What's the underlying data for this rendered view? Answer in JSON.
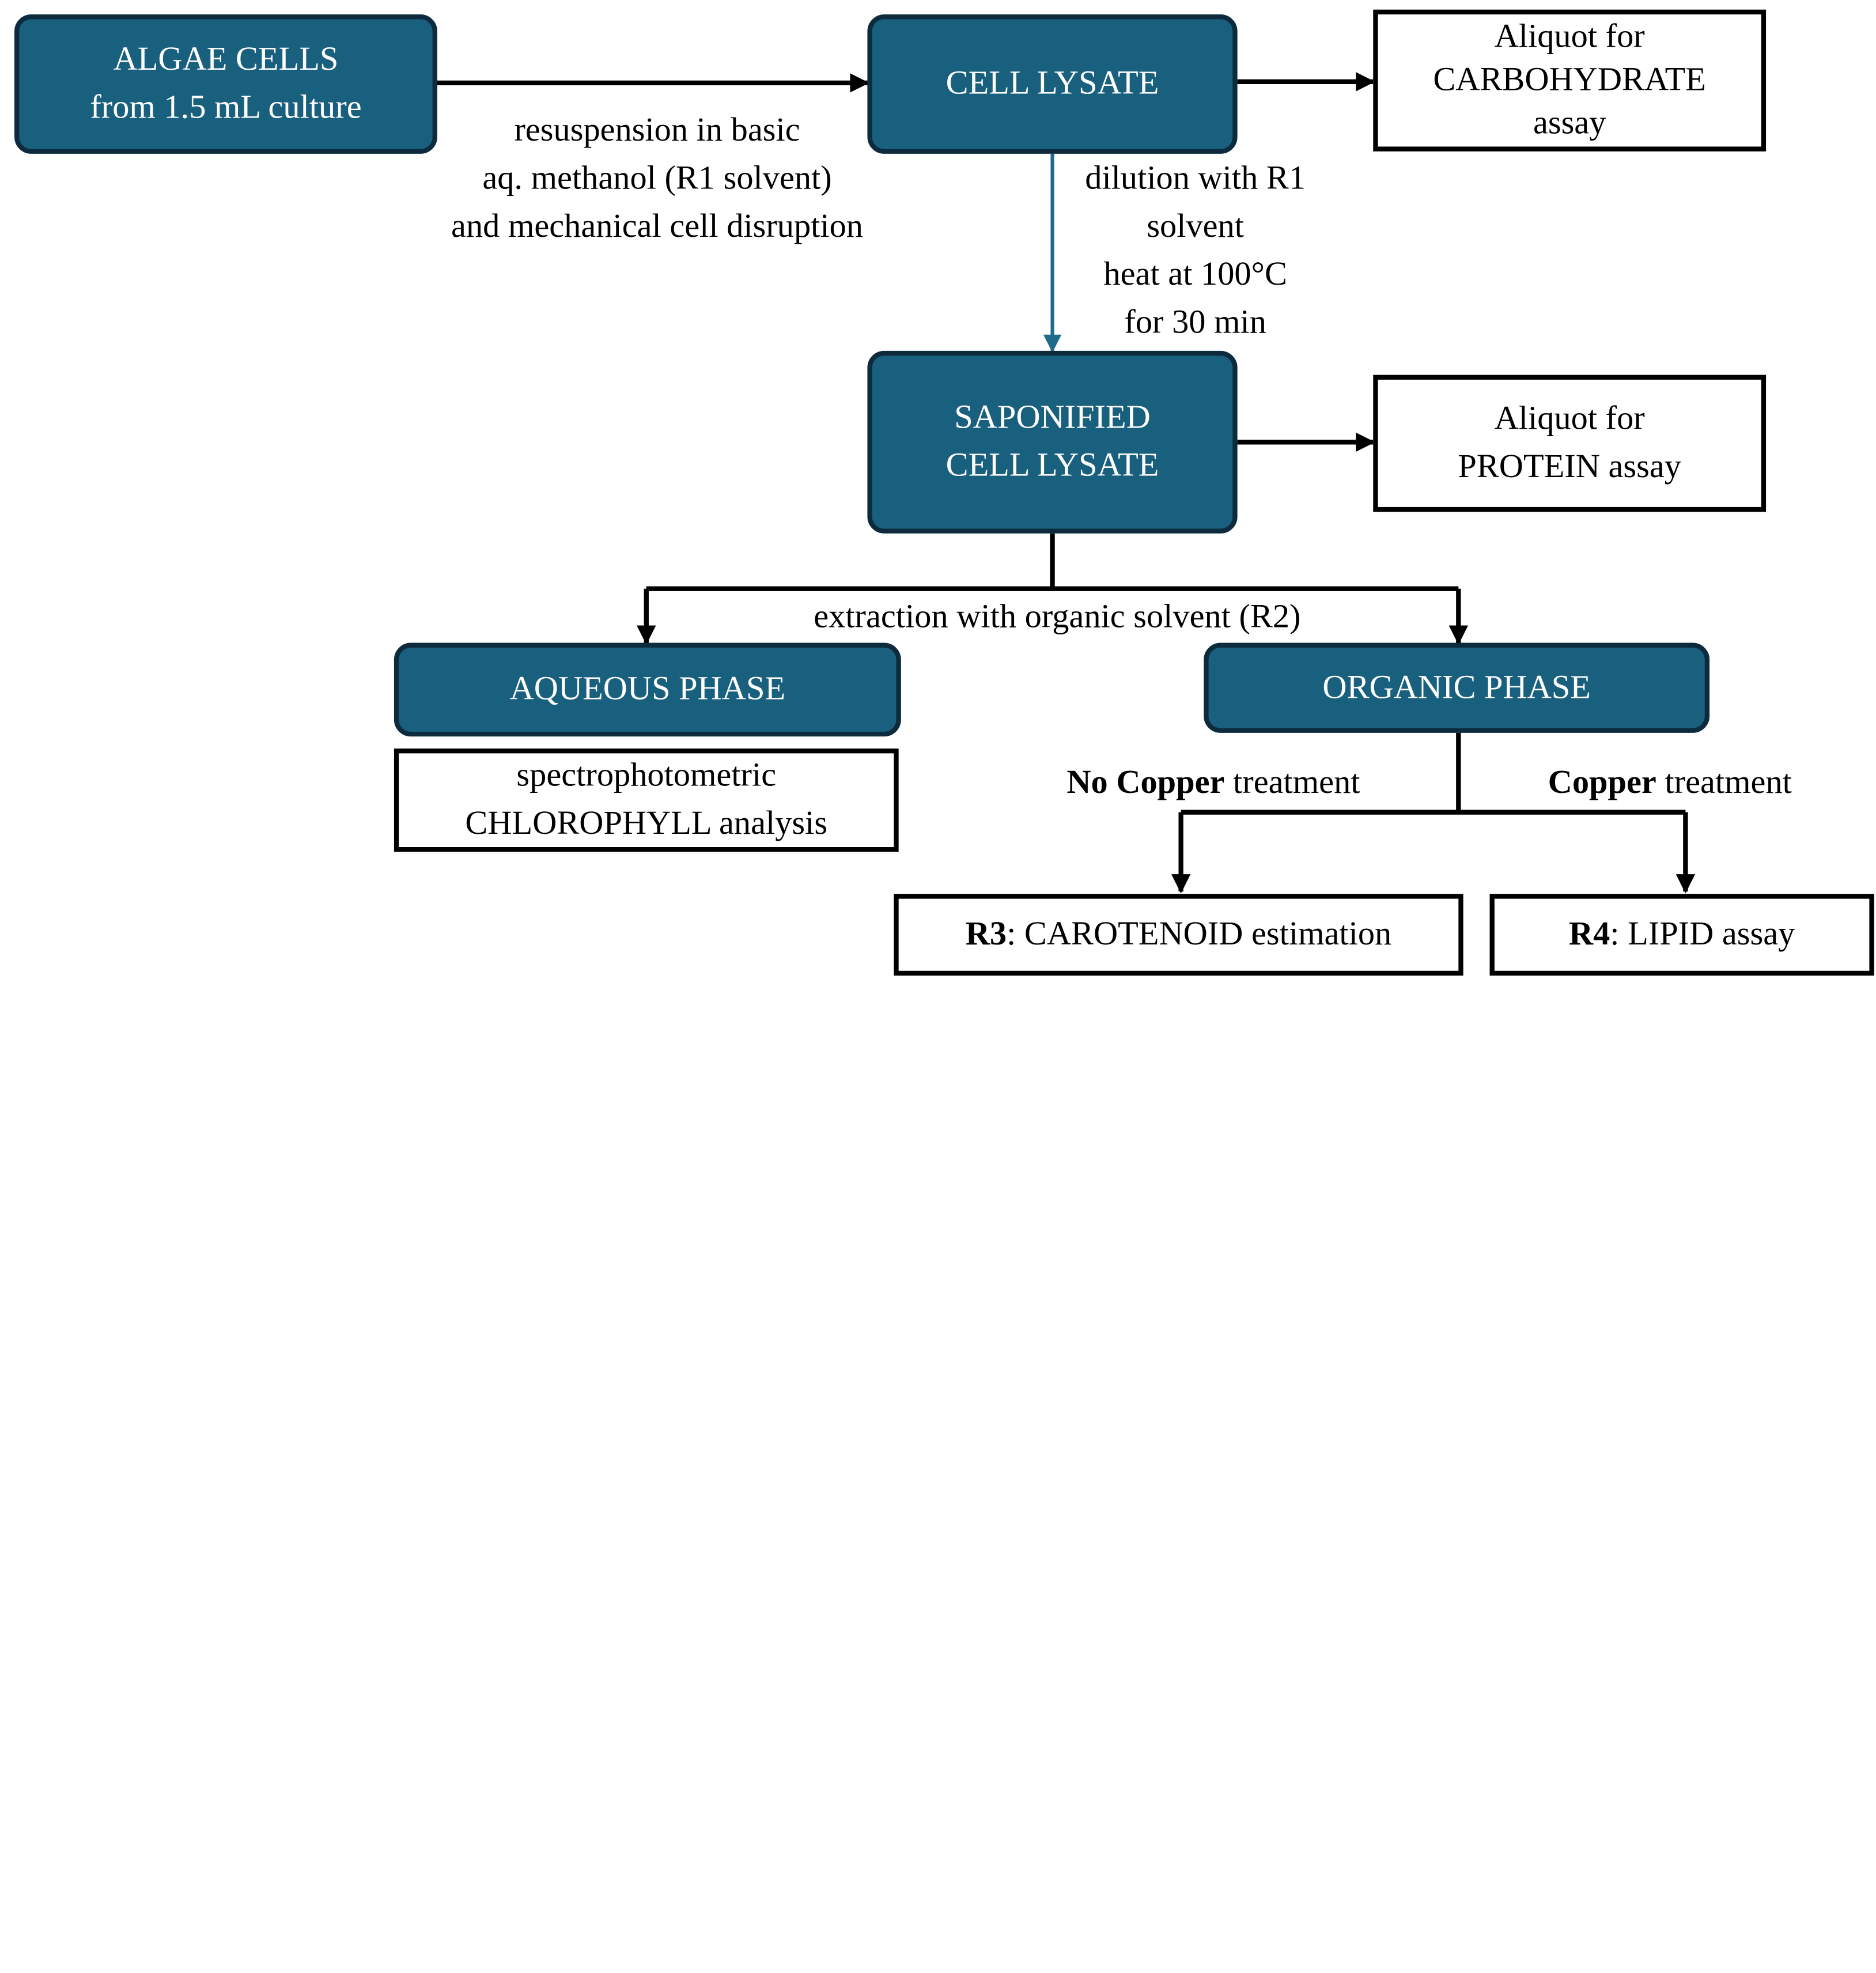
{
  "colors": {
    "box_fill": "#19607f",
    "box_border": "#0e2b3d",
    "dilution_arrow": "#1f6b8c",
    "line": "#000000"
  },
  "nodes": {
    "algae_cells": [
      "ALGAE CELLS",
      "from 1.5 mL culture"
    ],
    "cell_lysate": [
      "CELL LYSATE"
    ],
    "carbohydrate_aliquot": [
      "Aliquot for",
      "CARBOHYDRATE",
      "assay"
    ],
    "saponified_lysate": [
      "SAPONIFIED",
      "CELL LYSATE"
    ],
    "protein_aliquot": [
      "Aliquot for",
      "PROTEIN assay"
    ],
    "aqueous_phase": [
      "AQUEOUS PHASE"
    ],
    "chlorophyll_analysis": [
      "spectrophotometric",
      "CHLOROPHYLL analysis"
    ],
    "organic_phase": [
      "ORGANIC PHASE"
    ],
    "carotenoid": {
      "code": "R3",
      "text": ": CAROTENOID estimation"
    },
    "lipid": {
      "code": "R4",
      "text": ": LIPID assay"
    }
  },
  "edge_labels": {
    "resuspension": [
      "resuspension in basic",
      "aq. methanol (R1 solvent)",
      "and mechanical cell disruption"
    ],
    "dilution": [
      "dilution with R1",
      "solvent",
      "heat at 100°C",
      "for 30 min"
    ],
    "extraction": "extraction with organic solvent (R2)",
    "no_copper": {
      "bold": "No Copper",
      "text": " treatment"
    },
    "copper": {
      "bold": "Copper",
      "text": " treatment"
    }
  }
}
